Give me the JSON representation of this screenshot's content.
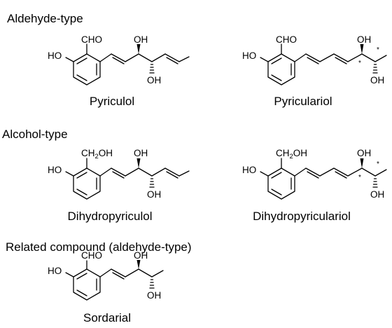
{
  "sections": [
    {
      "title": "Aldehyde-type"
    },
    {
      "title": "Alcohol-type"
    },
    {
      "title": "Related compound (aldehyde-type)"
    }
  ],
  "compounds": [
    {
      "name": "Pyriculol",
      "substituent": "CHO",
      "substituent_sub": "",
      "ring_oh": "HO",
      "oh_top": "OH",
      "oh_bottom": "OH",
      "stereo_marks": []
    },
    {
      "name": "Pyriculariol",
      "substituent": "CHO",
      "substituent_sub": "",
      "ring_oh": "HO",
      "oh_top": "OH",
      "oh_bottom": "OH",
      "stereo_marks": [
        "*",
        "*"
      ]
    },
    {
      "name": "Dihydropyriculol",
      "substituent": "CH",
      "substituent_sub": "2",
      "substituent_tail": "OH",
      "ring_oh": "HO",
      "oh_top": "OH",
      "oh_bottom": "OH",
      "stereo_marks": []
    },
    {
      "name": "Dihydropyriculariol",
      "substituent": "CH",
      "substituent_sub": "2",
      "substituent_tail": "OH",
      "ring_oh": "HO",
      "oh_top": "OH",
      "oh_bottom": "OH",
      "stereo_marks": [
        "*",
        "*"
      ]
    },
    {
      "name": "Sordarial",
      "substituent": "CHO",
      "substituent_sub": "",
      "ring_oh": "HO",
      "oh_top": "OH",
      "oh_bottom": "OH",
      "stereo_marks": []
    }
  ]
}
